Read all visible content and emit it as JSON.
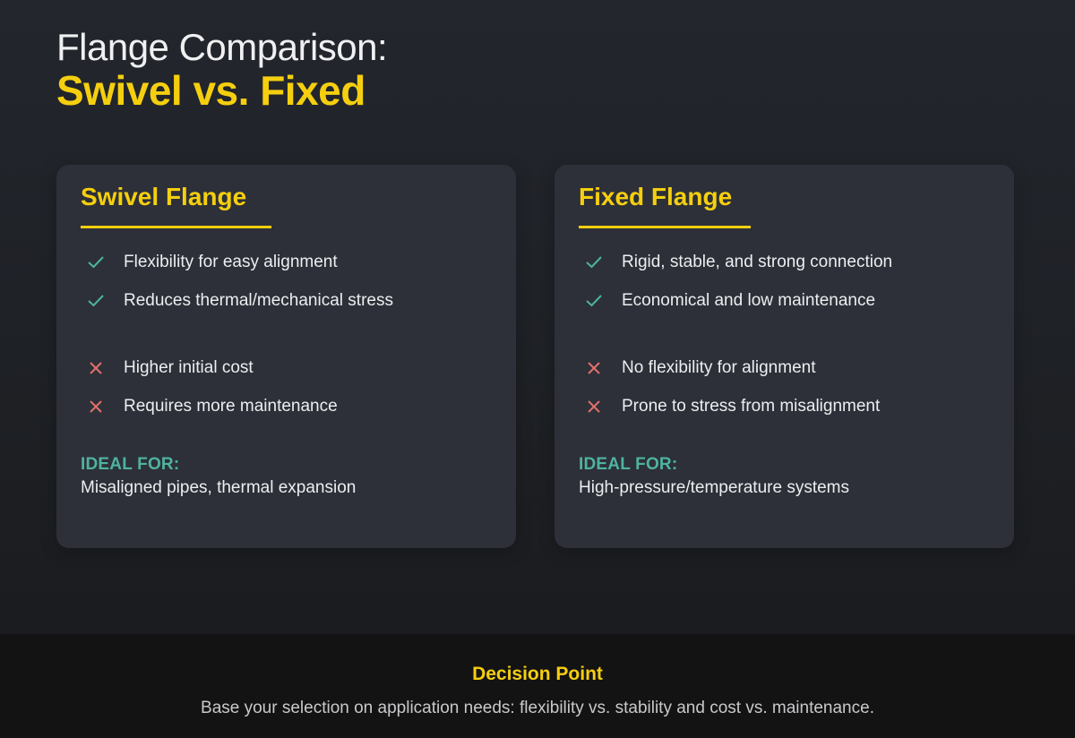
{
  "header": {
    "title_line1": "Flange Comparison:",
    "title_line2": "Swivel vs. Fixed"
  },
  "colors": {
    "accent_yellow": "#f5cf0f",
    "pro_teal": "#4fb3a0",
    "con_red": "#e0716b",
    "card_bg": "#2d3038",
    "footer_bg": "#131314"
  },
  "cards": [
    {
      "title": "Swivel Flange",
      "pros": [
        {
          "icon": "check-icon",
          "text": "Flexibility for easy alignment"
        },
        {
          "icon": "check-icon",
          "text": "Reduces thermal/mechanical stress"
        }
      ],
      "cons": [
        {
          "icon": "cross-icon",
          "text": "Higher initial cost"
        },
        {
          "icon": "cross-icon",
          "text": "Requires more maintenance"
        }
      ],
      "ideal_label": "IDEAL FOR:",
      "ideal_text": "Misaligned pipes, thermal expansion"
    },
    {
      "title": "Fixed Flange",
      "pros": [
        {
          "icon": "check-icon",
          "text": "Rigid, stable, and strong connection"
        },
        {
          "icon": "check-icon",
          "text": "Economical and low maintenance"
        }
      ],
      "cons": [
        {
          "icon": "cross-icon",
          "text": "No flexibility for alignment"
        },
        {
          "icon": "cross-icon",
          "text": "Prone to stress from misalignment"
        }
      ],
      "ideal_label": "IDEAL FOR:",
      "ideal_text": "High-pressure/temperature systems"
    }
  ],
  "footer": {
    "title": "Decision Point",
    "text": "Base your selection on application needs: flexibility vs. stability and cost vs. maintenance."
  }
}
